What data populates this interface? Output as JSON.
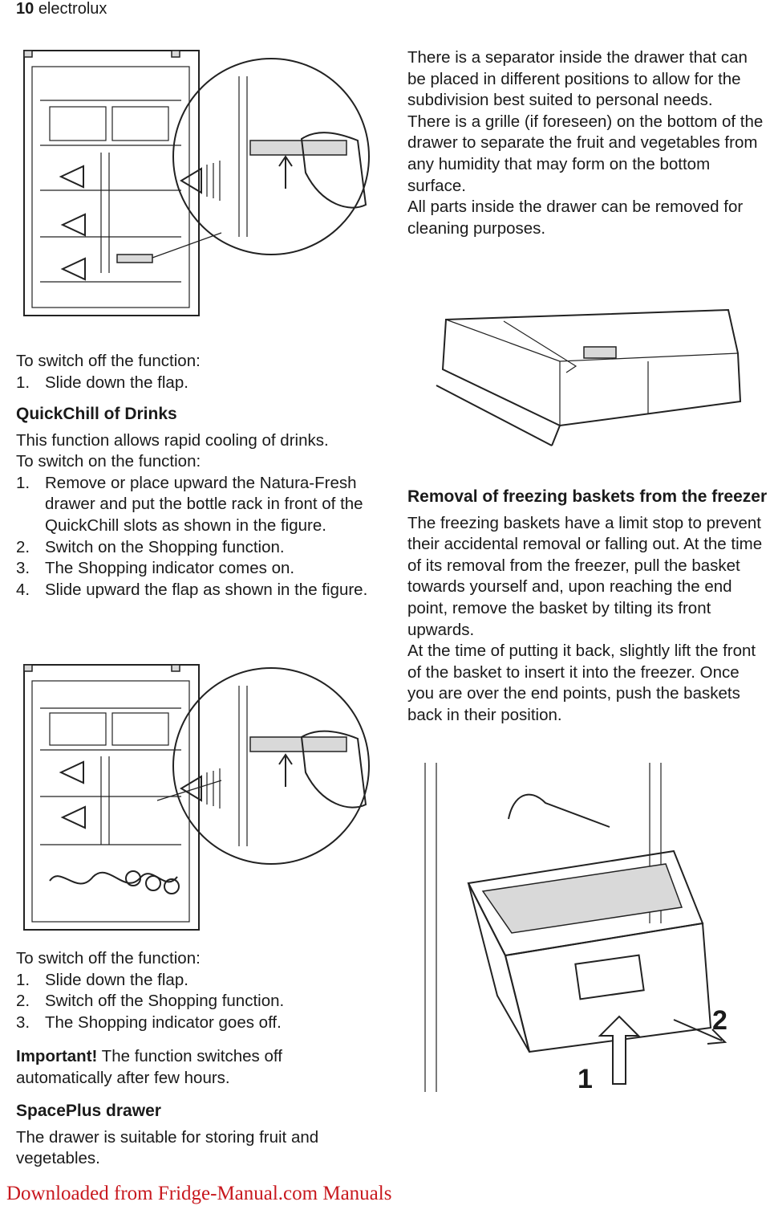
{
  "header": {
    "page_number": "10",
    "brand": "electrolux"
  },
  "separator_text": [
    "There is a separator inside the drawer that can be placed in different positions to allow for the subdivision best suited to personal needs.",
    "There is a grille (if foreseen) on the bottom of the drawer to separate the fruit and vegetables from any humidity that may form on the bottom surface.",
    "All parts inside the drawer can be removed for cleaning purposes."
  ],
  "switch_off_1": {
    "intro": "To switch off the function:",
    "steps": [
      {
        "num": "1.",
        "text": "Slide down the flap."
      }
    ]
  },
  "quickchill": {
    "heading": "QuickChill of Drinks",
    "desc": "This function allows rapid cooling of drinks.",
    "intro": "To switch on the function:",
    "steps": [
      {
        "num": "1.",
        "text": "Remove or place upward the Natura-Fresh drawer and put the bottle rack in front of the QuickChill slots as shown in the figure."
      },
      {
        "num": "2.",
        "text": "Switch on the Shopping function."
      },
      {
        "num": "3.",
        "text": "The Shopping indicator comes on."
      },
      {
        "num": "4.",
        "text": "Slide upward the flap as shown in the figure."
      }
    ]
  },
  "switch_off_2": {
    "intro": "To switch off the function:",
    "steps": [
      {
        "num": "1.",
        "text": "Slide down the flap."
      },
      {
        "num": "2.",
        "text": "Switch off the Shopping function."
      },
      {
        "num": "3.",
        "text": "The Shopping indicator goes off."
      }
    ]
  },
  "important": {
    "label": "Important!",
    "text": " The function switches off automatically after few hours."
  },
  "spaceplus": {
    "heading": "SpacePlus drawer",
    "text": "The drawer is suitable for storing fruit and vegetables."
  },
  "removal": {
    "heading": "Removal of freezing baskets from the freezer",
    "paragraphs": [
      "The freezing baskets have a limit stop to prevent their accidental removal or falling out. At the time of its removal from the freezer, pull the basket towards yourself and, upon reaching the end point, remove the basket by tilting its front upwards.",
      "At the time of putting it back, slightly lift the front of the basket to insert it into the freezer. Once you are over the end points, push the baskets back in their position."
    ]
  },
  "figure_labels": {
    "arrow_1": "1",
    "arrow_2": "2"
  },
  "footer": {
    "text": "Downloaded from Fridge-Manual.com Manuals"
  }
}
